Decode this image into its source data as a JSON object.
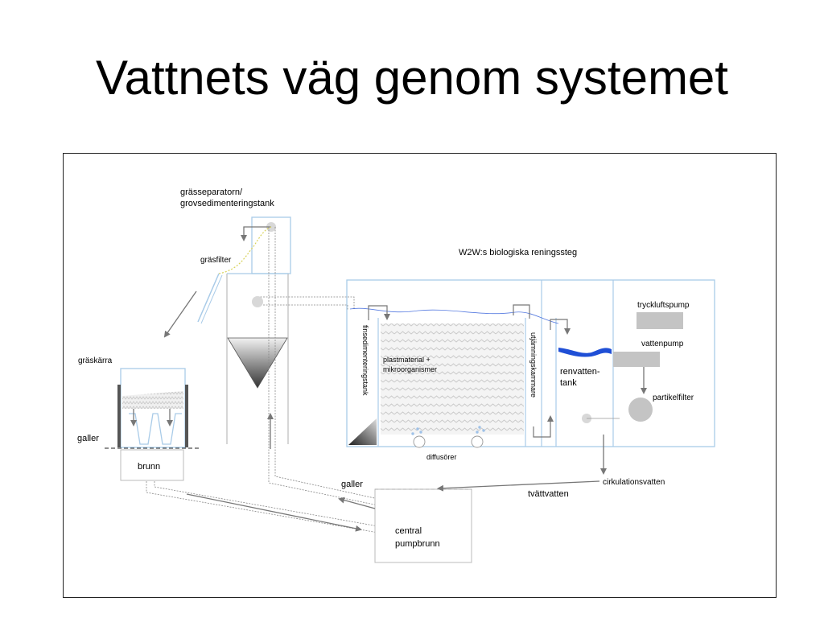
{
  "title": "Vattnets väg genom systemet",
  "labels": {
    "grasseparatorn_line1": "grässeparatorn/",
    "grasseparatorn_line2": "grovsedimenteringstank",
    "grasfilter": "gräsfilter",
    "graskarra": "gräskärra",
    "galler_left": "galler",
    "brunn": "brunn",
    "w2w": "W2W:s biologiska reningssteg",
    "finsedimenteringstank": "finsedimenteringstank",
    "plastmaterial_line1": "plastmaterial +",
    "plastmaterial_line2": "mikroorganismer",
    "utjamningskammare": "utjämningskammare",
    "renvatten_line1": "renvatten-",
    "renvatten_line2": "tank",
    "tryckluftspump": "tryckluftspump",
    "vattenpump": "vattenpump",
    "partikelfilter": "partikelfilter",
    "diffusorer": "diffusörer",
    "galler_center": "galler",
    "cirkulationsvatten": "cirkulationsvatten",
    "tvattvatten": "tvättvatten",
    "central_line1": "central",
    "central_line2": "pumpbrunn"
  },
  "colors": {
    "tank_outline": "#a9cbe8",
    "water_blue": "#1f4fd6",
    "pipe_gray": "#777777",
    "component_gray": "#c4c4c4",
    "grass_yellow": "#d8d25a"
  }
}
